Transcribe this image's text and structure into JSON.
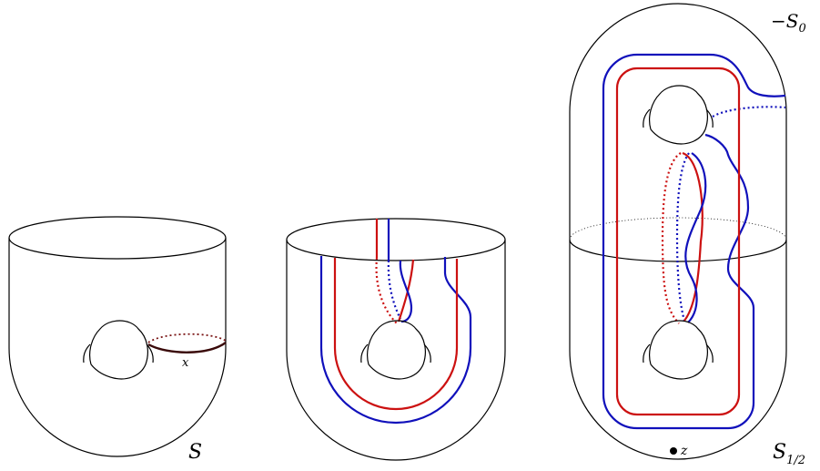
{
  "colors": {
    "curve_red": "#cc1111",
    "curve_blue": "#1010bb",
    "outline": "#000000",
    "arc_x": "#3a0a0a"
  },
  "labels": {
    "S": "S",
    "x": "x",
    "minus_S0": "−S",
    "minus_S0_sub": "0",
    "S_half": "S",
    "S_half_sub": "1/2",
    "z": "z"
  }
}
